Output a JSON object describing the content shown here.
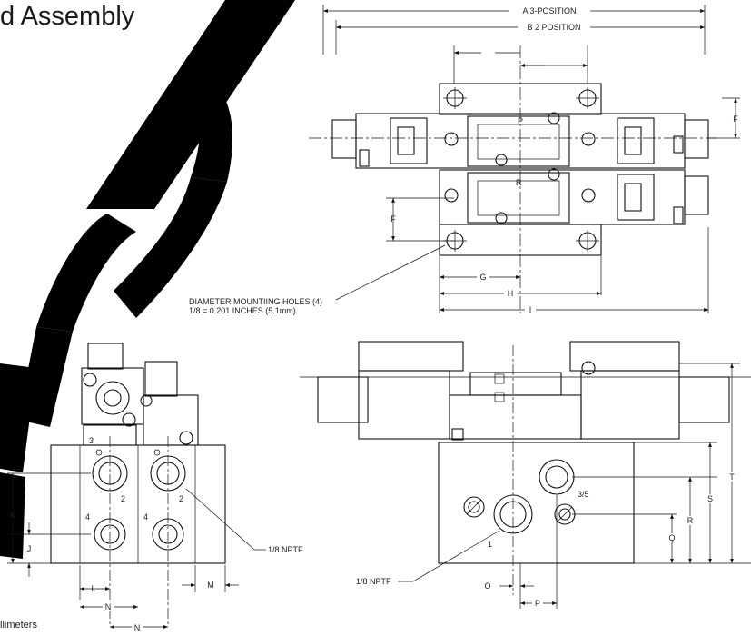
{
  "title": "d Assembly",
  "footer_note": "llimeters",
  "top_view": {
    "dim_a": "A 3-POSITION",
    "dim_b": "B 2 POSITION",
    "dim_f_right": "F",
    "dim_f_left": "F",
    "dim_g": "G",
    "dim_h": "H",
    "dim_i": "I",
    "port_r_upper": "P",
    "port_r_lower": "R",
    "mounting_note_line1": "DIAMETER MOUNTIING HOLES (4)",
    "mounting_note_line2": "1/8 = 0.201 INCHES (5.1mm)"
  },
  "left_view": {
    "port_3": "3",
    "port_2a": "2",
    "port_2b": "2",
    "port_4a": "4",
    "port_4b": "4",
    "dim_k": "K",
    "dim_j": "J",
    "dim_l": "L",
    "dim_m": "M",
    "dim_n1": "N",
    "dim_n2": "N",
    "npt_label": "1/8 NPTF"
  },
  "front_view": {
    "port_35": "3/5",
    "port_1": "1",
    "dim_q": "Q",
    "dim_r": "R",
    "dim_s": "S",
    "dim_t": "T",
    "dim_o": "O",
    "dim_p": "P",
    "npt_label": "1/8 NPTF"
  },
  "icons": [
    "arrow-icon",
    "screw-icon",
    "port-icon"
  ]
}
